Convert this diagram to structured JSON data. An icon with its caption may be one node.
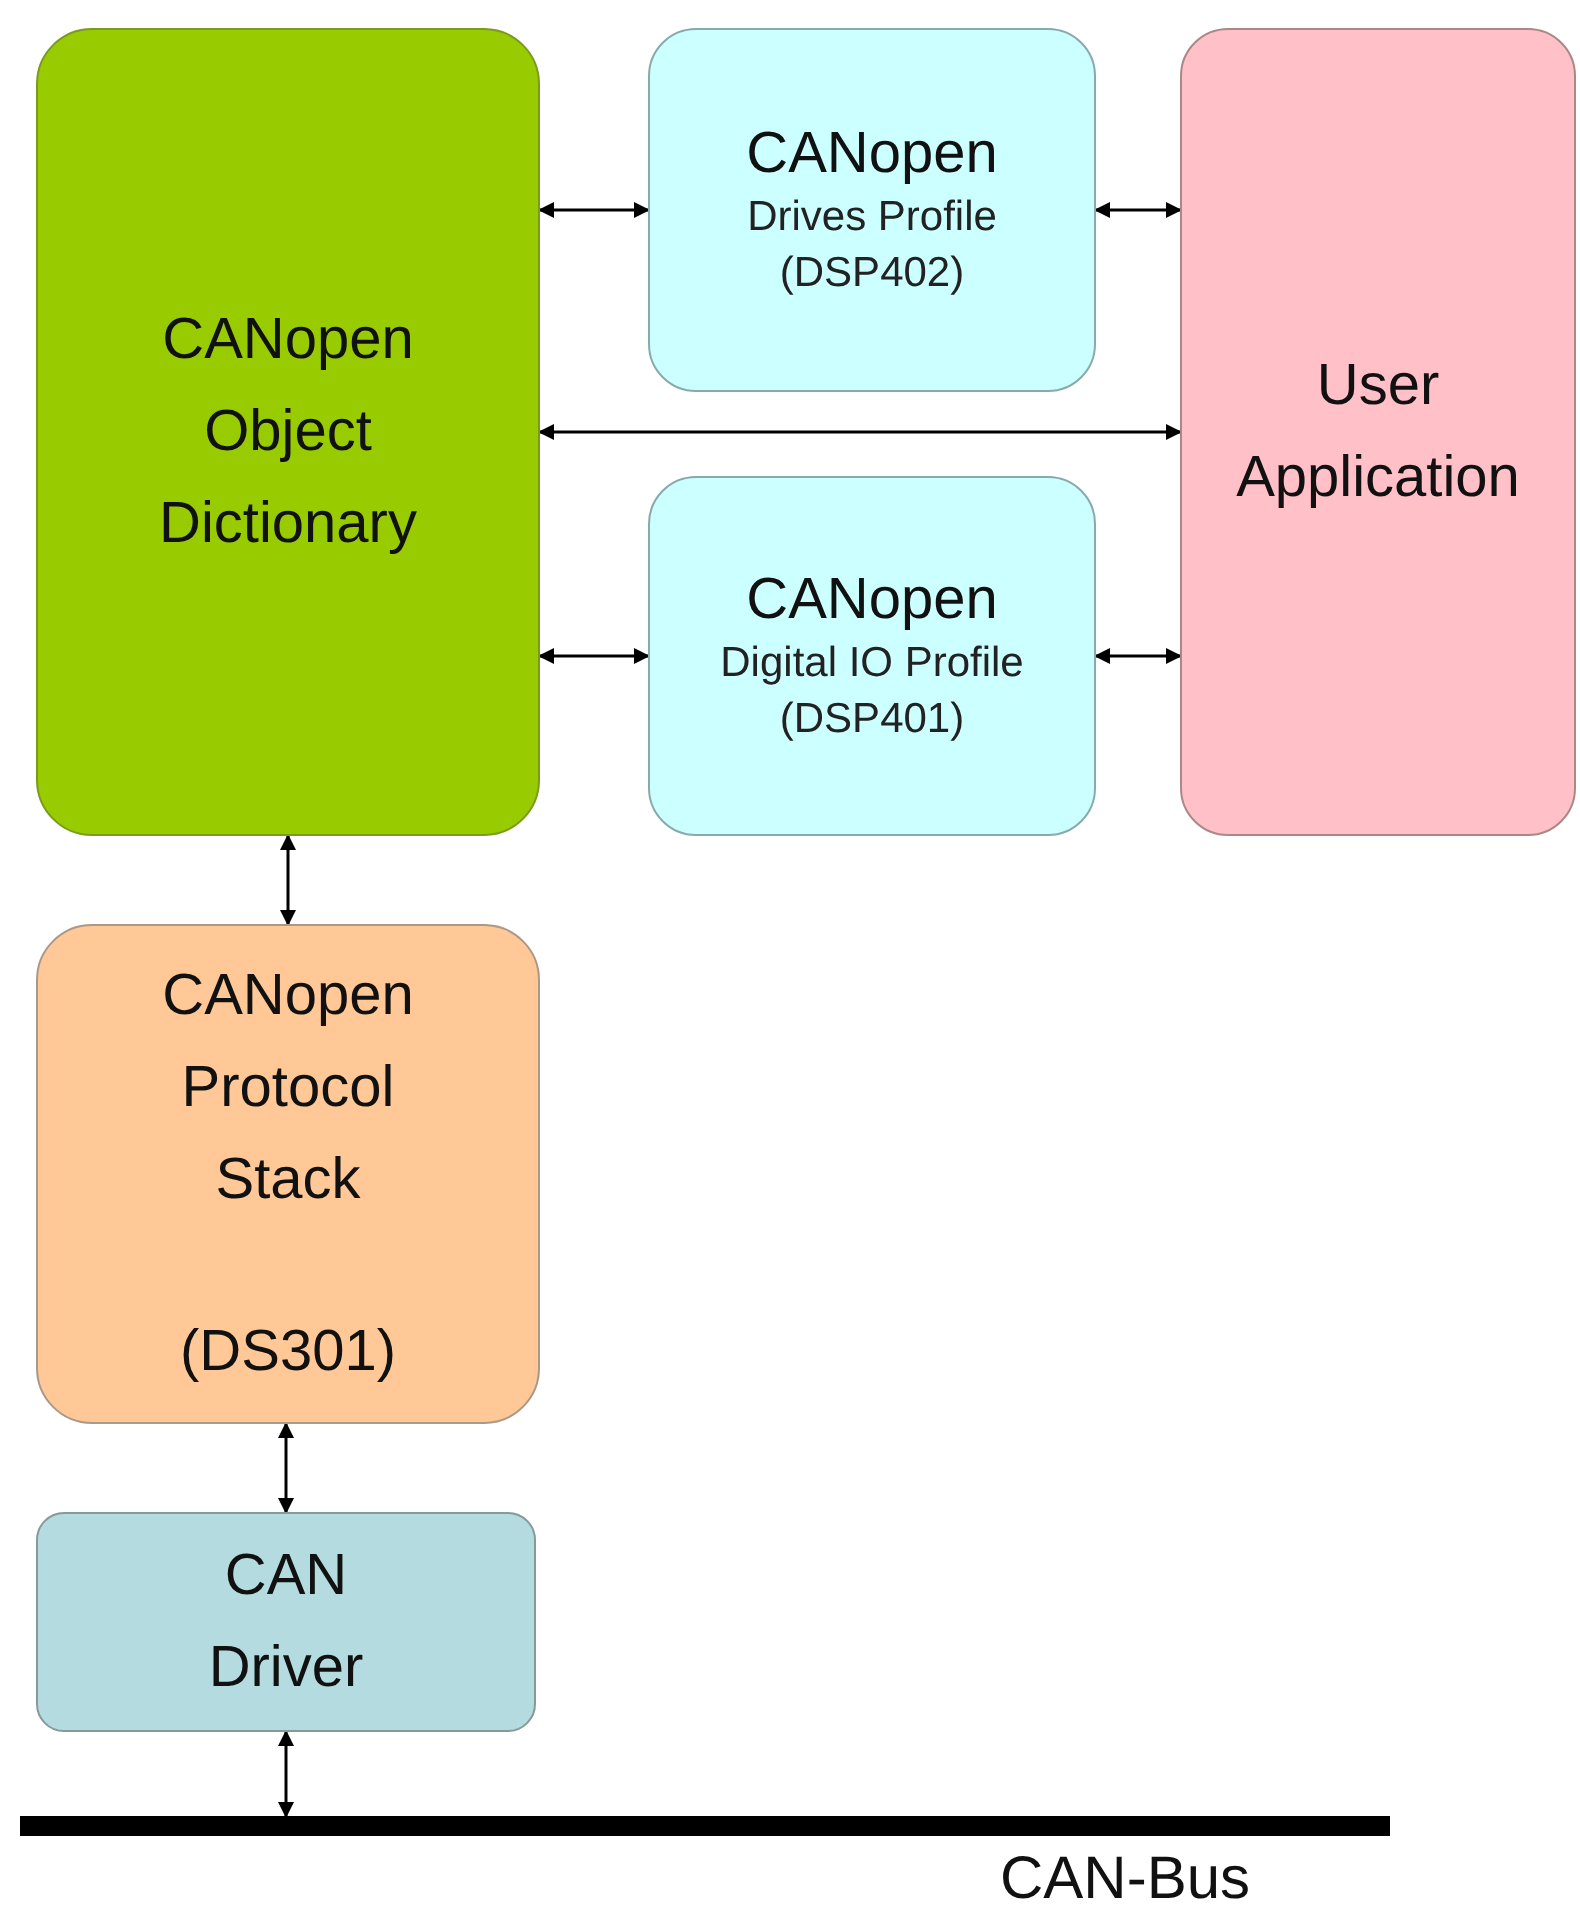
{
  "diagram": {
    "nodes": [
      {
        "text": [
          "CANopen Object Dictionary"
        ]
      },
      {
        "text": [
          "CANopen",
          "Drives Profile",
          "(DSP402)"
        ]
      },
      {
        "text": [
          "User Application"
        ]
      },
      {
        "text": [
          "CANopen",
          "Digital IO Profile",
          "(DSP401)"
        ]
      },
      {
        "text": [
          "CANopen Protocol Stack",
          "(DS301)"
        ]
      },
      {
        "text": [
          "CAN Driver"
        ]
      },
      {
        "text": [],
        "shape": "bar",
        "beside": [
          "CAN-Bus"
        ]
      }
    ],
    "edges": [
      {
        "from": 0,
        "to": 1,
        "arrow": "both"
      },
      {
        "from": 1,
        "to": 2,
        "arrow": "both"
      },
      {
        "from": 0,
        "to": 2,
        "arrow": "both"
      },
      {
        "from": 0,
        "to": 3,
        "arrow": "both"
      },
      {
        "from": 3,
        "to": 2,
        "arrow": "both"
      },
      {
        "from": 0,
        "to": 4,
        "arrow": "both"
      },
      {
        "from": 4,
        "to": 5,
        "arrow": "both"
      },
      {
        "from": 5,
        "to": 6,
        "arrow": "both"
      }
    ]
  }
}
